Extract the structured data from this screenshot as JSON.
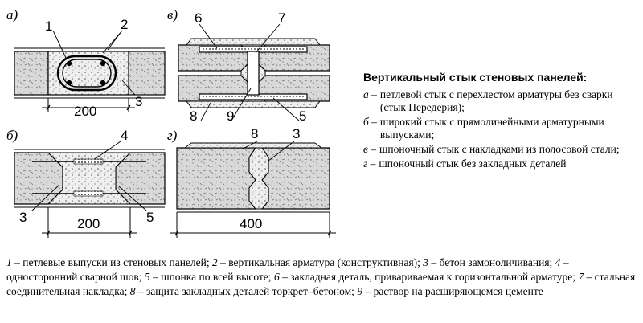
{
  "figure": {
    "subfig_labels": {
      "a": "а)",
      "b": "б)",
      "v": "в)",
      "g": "г)"
    },
    "dimensions": {
      "a": "200",
      "b": "200",
      "g": "400"
    },
    "callouts": {
      "a": [
        "1",
        "2",
        "3"
      ],
      "b": [
        "4",
        "3",
        "5"
      ],
      "v": [
        "6",
        "7",
        "8",
        "9",
        "5"
      ],
      "g": [
        "8",
        "3"
      ]
    }
  },
  "legend": {
    "title": "Вертикальный стык стеновых панелей:",
    "items": [
      {
        "key": "а –",
        "text": "петлевой стык с перехлестом арматуры без сварки  (стык Передерия);"
      },
      {
        "key": "б –",
        "text": "широкий стык с прямолинейными арматурными выпусками;"
      },
      {
        "key": "в –",
        "text": "шпоночный стык с накладками из полосовой стали;"
      },
      {
        "key": "г –",
        "text": "шпоночный стык без закладных деталей"
      }
    ]
  },
  "caption": [
    {
      "num": "1",
      "text": " – петлевые выпуски из стеновых панелей;  "
    },
    {
      "num": "2",
      "text": " – вертикальная арматура (конструктивная);  "
    },
    {
      "num": "3",
      "text": " – бетон замоноличивания;  "
    },
    {
      "num": "4",
      "text": " – односторонний сварной шов; "
    },
    {
      "num": "5",
      "text": " – шпонка по всей высоте; "
    },
    {
      "num": "6",
      "text": " – закладная деталь, привариваемая к горизонтальной арматуре;  "
    },
    {
      "num": "7",
      "text": " – стальная соединительная накладка;  "
    },
    {
      "num": "8",
      "text": " – защита закладных  деталей торкрет–бетоном;  "
    },
    {
      "num": "9",
      "text": " – раствор на расширяющемся цементе"
    }
  ]
}
